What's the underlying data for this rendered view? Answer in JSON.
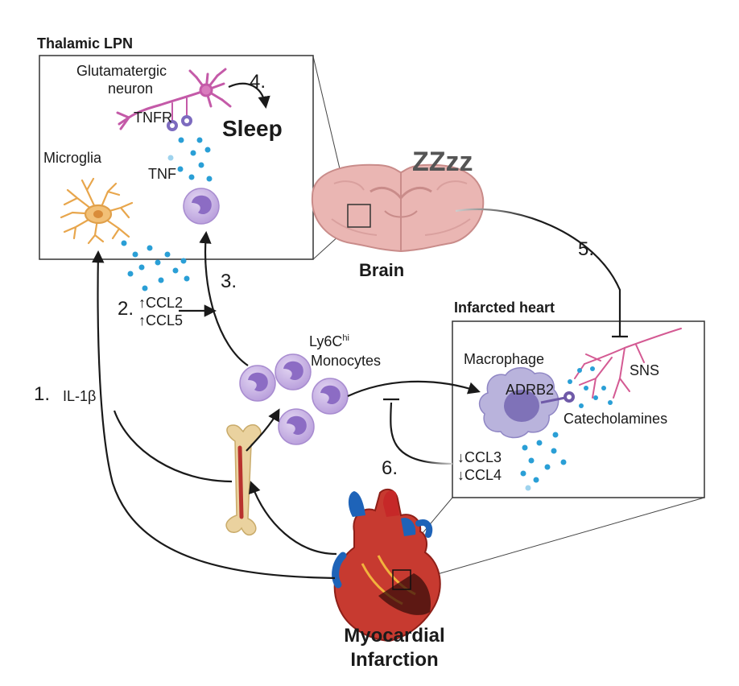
{
  "panels": {
    "thalamic": {
      "title": "Thalamic LPN"
    },
    "heart_box": {
      "title": "Infarcted heart"
    }
  },
  "labels": {
    "glutamatergic": "Glutamatergic",
    "neuron": "neuron",
    "tnfr": "TNFR",
    "sleep": "Sleep",
    "microglia": "Microglia",
    "tnf": "TNF",
    "brain": "Brain",
    "zzz": "ZZzz",
    "ly6c_base": "Ly6C",
    "ly6c_sup": "hi",
    "monocytes": "Monocytes",
    "macrophage": "Macrophage",
    "adrb2": "ADRB2",
    "sns": "SNS",
    "catecholamines": "Catecholamines",
    "ccl2": "↑CCL2",
    "ccl5": "↑CCL5",
    "ccl3": "↓CCL3",
    "ccl4": "↓CCL4",
    "il1b": "IL-1β",
    "mi_line1": "Myocardial",
    "mi_line2": "Infarction"
  },
  "steps": {
    "s1": "1.",
    "s2": "2.",
    "s3": "3.",
    "s4": "4.",
    "s5": "5.",
    "s6": "6."
  },
  "colors": {
    "cytokine_dot": "#2a9fd6",
    "monocyte": "#c9b3e3",
    "monocyte_nucleus": "#9a7cc9",
    "neuron": "#c45aa8",
    "microglia": "#f2b96a",
    "brain": "#e9b3b0",
    "bone": "#e9cf9a",
    "heart_red": "#c62828",
    "vessel_blue": "#1e63b8"
  }
}
